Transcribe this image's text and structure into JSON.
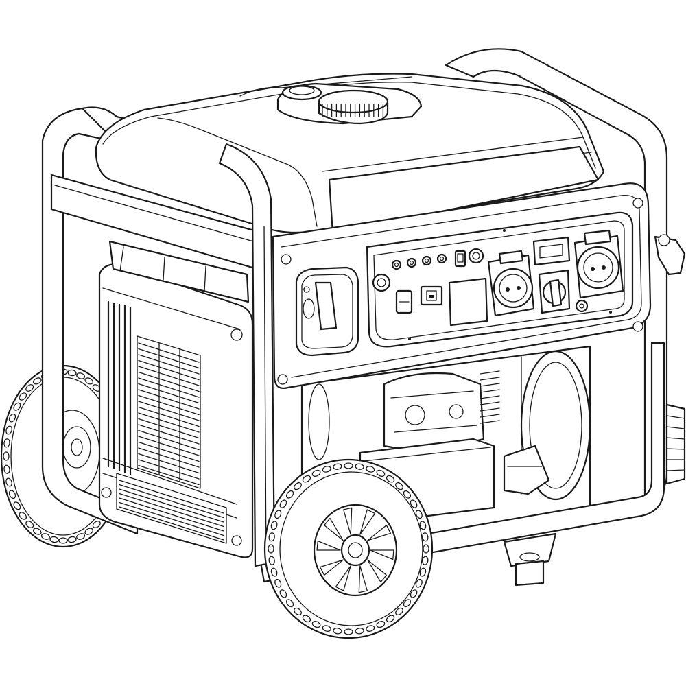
{
  "figure": {
    "style": "line-art",
    "colors": {
      "stroke": "#1a1a1a",
      "background": "#ffffff"
    }
  },
  "components": {
    "frame": "tubular-frame",
    "tank": "fuel-tank",
    "cap": "fuel-cap",
    "panel": "control-panel",
    "engine_cover": "engine-cover",
    "wheels": "wheel",
    "foot": "support-foot",
    "handle": "side-handle"
  }
}
